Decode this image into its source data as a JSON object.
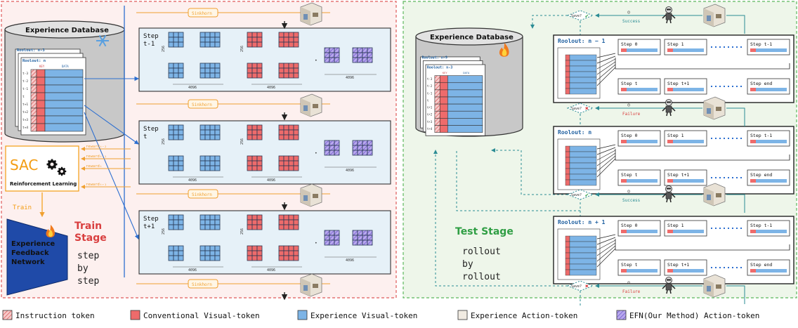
{
  "colors": {
    "left_panel_bg": "#fdf0ef",
    "left_panel_border": "#e05a5a",
    "right_panel_bg": "#eef6ea",
    "right_panel_border": "#5cb85c",
    "step_box_bg": "#e6f1f8",
    "blue_token": "#7db4e6",
    "red_token": "#ee6b6b",
    "purple_token": "#9b86e0",
    "beige_token": "#f1ebe2",
    "arrow_blue": "#2d6fd0",
    "arrow_orange": "#f0a030",
    "arrow_teal": "#2b8c94",
    "sac_orange": "#f39c12",
    "efn_blue": "#1f4aa8",
    "train_red": "#d94040",
    "test_green": "#2f9e44"
  },
  "train": {
    "db_title": "Experience Database",
    "rollout_back": "Roolout: n-3",
    "rollout_front": "Roolout: n",
    "key_label": "KEY",
    "data_label": "DATA",
    "row_labels": [
      "t-3",
      "t-2",
      "t-1",
      "t",
      "t+1",
      "t+2",
      "t+3",
      "t+4"
    ],
    "steps": [
      {
        "label_line1": "Step",
        "label_line2": "t-1"
      },
      {
        "label_line1": "Step",
        "label_line2": "t"
      },
      {
        "label_line1": "Step",
        "label_line2": "t+1"
      }
    ],
    "dim_256": "256",
    "dim_4096": "4096",
    "sinkhorn": "Sinkhorn",
    "rewards": [
      "rewardₜ₋₂",
      "rewardₜ₋₁",
      "rewardₜ",
      "rewardₜ₊₁"
    ],
    "sac_label": "SAC",
    "rl_label": "Reinforcement Learning",
    "train_arrow_label": "Train",
    "efn_label": [
      "Experience",
      "Feedback",
      "Network"
    ],
    "train_stage": [
      "Train",
      "Stage"
    ],
    "step_by_step": [
      "step",
      "by",
      "step"
    ]
  },
  "test": {
    "db_title": "Experience Database",
    "rollout_back": "Roolout: n-9",
    "rollout_front": "Roolout: n-3",
    "key_label": "KEY",
    "data_label": "DATA",
    "row_labels": [
      "t-3",
      "t-2",
      "t-1",
      "t",
      "t+1",
      "t+2",
      "t+3",
      "t+4"
    ],
    "rollouts": [
      {
        "title": "Roolout: n − 1",
        "steps_top": [
          "Step 0",
          "Step 1",
          "Step t-1"
        ],
        "steps_bottom": [
          "Step t",
          "Step t+1",
          "Step end"
        ]
      },
      {
        "title": "Roolout: n",
        "steps_top": [
          "Step 0",
          "Step 1",
          "Step t-1"
        ],
        "steps_bottom": [
          "Step t",
          "Step t+1",
          "Step end"
        ]
      },
      {
        "title": "Roolout: n + 1",
        "steps_top": [
          "Step 0",
          "Step 1",
          "Step t-1"
        ],
        "steps_bottom": [
          "Step t",
          "Step t+1",
          "Step end"
        ]
      }
    ],
    "save_label": "Save?",
    "outcomes": [
      "Success",
      "Failure",
      "Success",
      "Failure"
    ],
    "test_stage": [
      "Test Stage"
    ],
    "rollout_by_rollout": [
      "rollout",
      "by",
      "rollout"
    ]
  },
  "legend": [
    {
      "icon": "instruction-token-swatch",
      "label": "Instruction token"
    },
    {
      "icon": "conventional-visual-token-swatch",
      "label": "Conventional Visual-token"
    },
    {
      "icon": "experience-visual-token-swatch",
      "label": "Experience Visual-token"
    },
    {
      "icon": "experience-action-token-swatch",
      "label": "Experience Action-token"
    },
    {
      "icon": "efn-action-token-swatch",
      "label": "EFN(Our Method) Action-token"
    }
  ]
}
